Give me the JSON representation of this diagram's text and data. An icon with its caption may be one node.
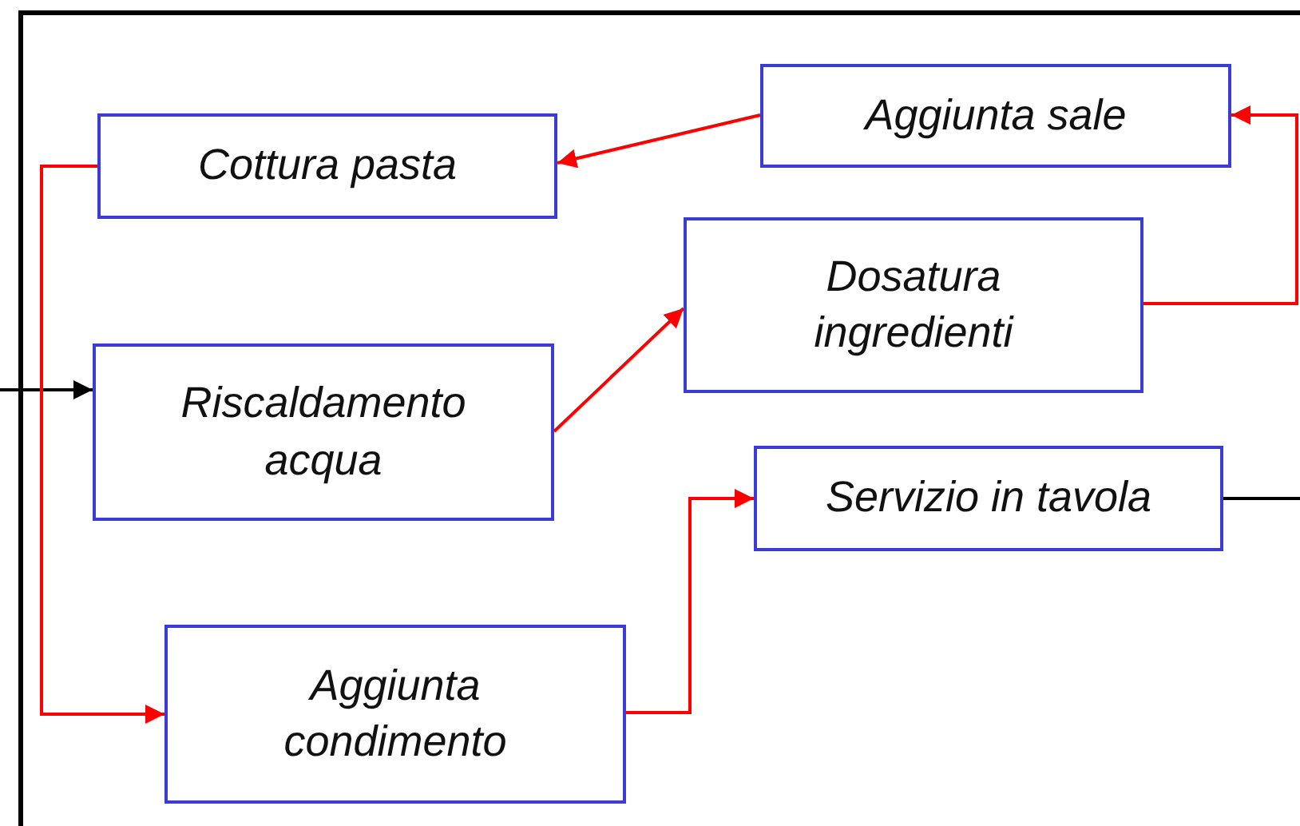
{
  "diagram": {
    "nodes": [
      {
        "text": [
          "Aggiunta sale"
        ]
      },
      {
        "text": [
          "Cottura pasta"
        ]
      },
      {
        "text": [
          "Dosatura ingredienti"
        ]
      },
      {
        "text": [
          "Riscaldamento acqua"
        ]
      },
      {
        "text": [
          "Servizio in tavola"
        ]
      },
      {
        "text": [
          "Aggiunta condimento"
        ]
      }
    ],
    "edges": [
      {
        "from": null,
        "to": 3,
        "arrow": "to",
        "color": "#000000"
      },
      {
        "from": 3,
        "to": 2,
        "arrow": "to"
      },
      {
        "from": 2,
        "to": 0,
        "arrow": "to"
      },
      {
        "from": 0,
        "to": 1,
        "arrow": "to"
      },
      {
        "from": 1,
        "to": 5,
        "arrow": "to"
      },
      {
        "from": 5,
        "to": 4,
        "arrow": "to"
      },
      {
        "from": 4,
        "to": null,
        "arrow": "none",
        "color": "#000000"
      }
    ]
  }
}
